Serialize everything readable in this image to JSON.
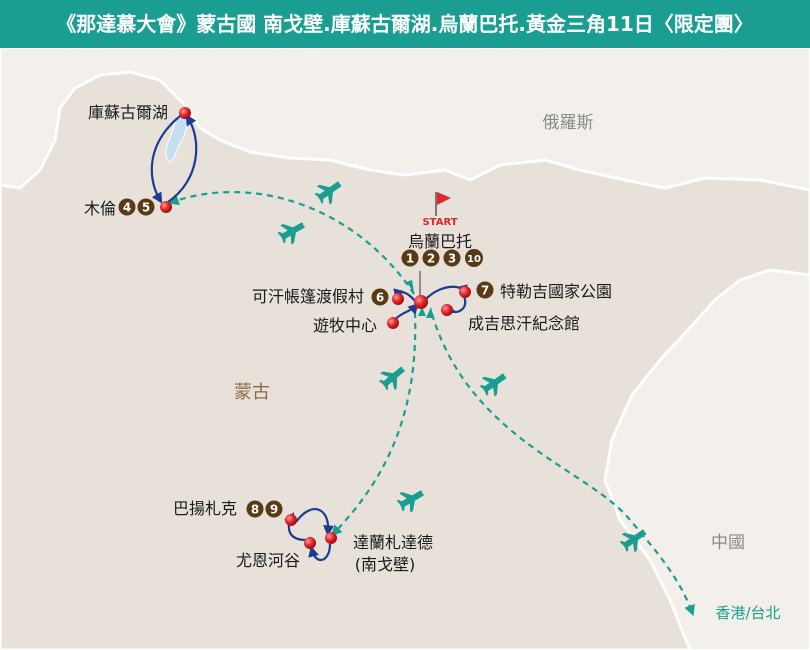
{
  "title": "《那達慕大會》蒙古國 南戈壁.庫蘇古爾湖.烏蘭巴托.黃金三角11日〈限定團〉",
  "countries": {
    "russia": "俄羅斯",
    "mongolia": "蒙古",
    "china": "中國"
  },
  "start_label": "START",
  "places": {
    "khuvsgul": "庫蘇古爾湖",
    "moron": "木倫",
    "ulaanbaatar": "烏蘭巴托",
    "khan_camp": "可汗帳篷渡假村",
    "nomad": "遊牧中心",
    "terelj": "特勒吉國家公園",
    "chinggis": "成吉思汗紀念館",
    "bayanzag": "巴揚札克",
    "dalanzadgad": "達蘭札達德",
    "gobi": "(南戈壁)",
    "yolyn": "尤恩河谷",
    "hk_tpe": "香港/台北"
  },
  "days": {
    "moron": [
      "4",
      "5"
    ],
    "ulaanbaatar": [
      "1",
      "2",
      "3",
      "10"
    ],
    "khan_camp": [
      "6"
    ],
    "terelj": [
      "7"
    ],
    "bayanzag": [
      "8",
      "9"
    ]
  },
  "colors": {
    "banner": "#1a9e92",
    "land": "#e8e1d9",
    "border": "#ffffff",
    "route": "#1a9e92",
    "arrow": "#1c3b93",
    "marker": "#e3262b",
    "day_badge": "#5a3915",
    "country_label": "#8c6a44",
    "neighbor_label": "#8a8a8a",
    "plane": "#1a9e92"
  }
}
